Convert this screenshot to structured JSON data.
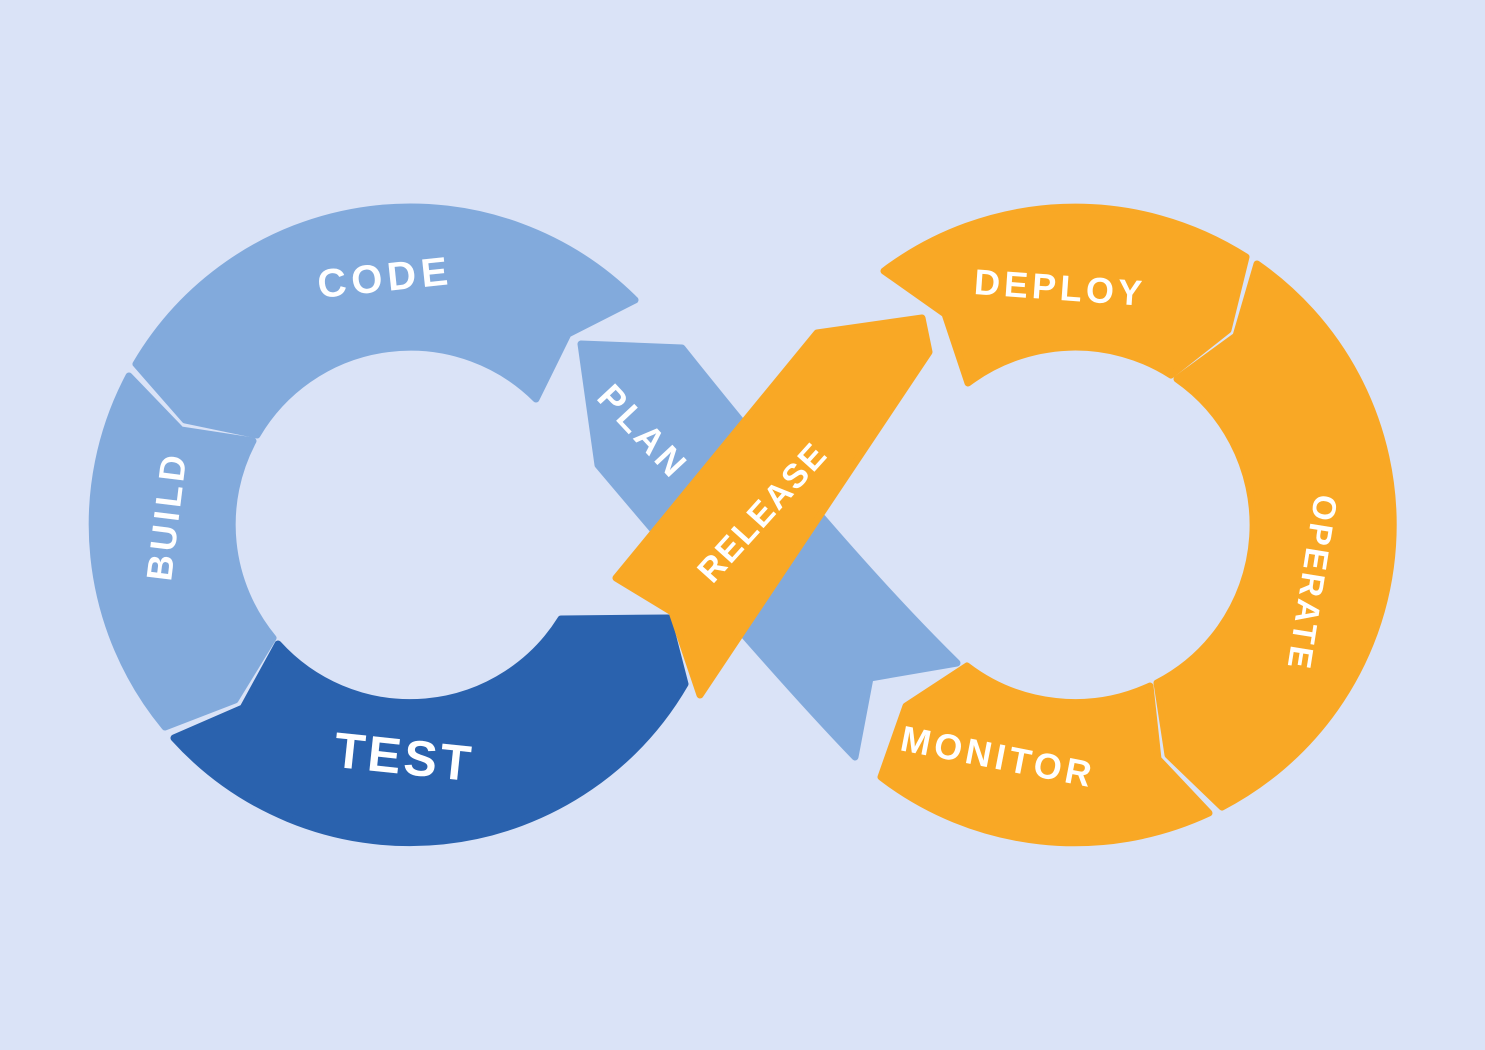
{
  "diagram": {
    "type": "devops-infinity-loop",
    "stages": [
      {
        "id": "plan",
        "label": "PLAN",
        "color": "#82AADC"
      },
      {
        "id": "code",
        "label": "CODE",
        "color": "#82AADC"
      },
      {
        "id": "build",
        "label": "BUILD",
        "color": "#82AADC"
      },
      {
        "id": "test",
        "label": "TEST",
        "color": "#2A62AE"
      },
      {
        "id": "release",
        "label": "RELEASE",
        "color": "#F9A825"
      },
      {
        "id": "deploy",
        "label": "DEPLOY",
        "color": "#F9A825"
      },
      {
        "id": "operate",
        "label": "OPERATE",
        "color": "#F9A825"
      },
      {
        "id": "monitor",
        "label": "MONITOR",
        "color": "#F9A825"
      }
    ],
    "colors": {
      "background": "#DAE3F7",
      "light_blue": "#82AADC",
      "dark_blue": "#2A62AE",
      "orange": "#F9A825",
      "label": "#FFFFFF"
    }
  }
}
